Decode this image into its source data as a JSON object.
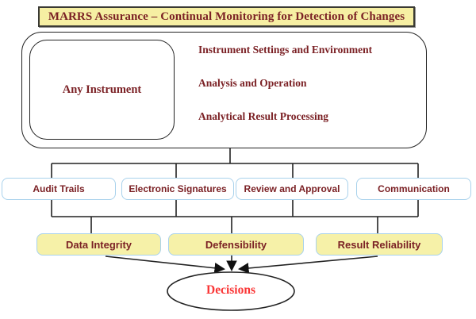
{
  "title": "MARRS Assurance – Continual Monitoring for Detection of Changes",
  "instrument_section": {
    "instrument_label": "Any Instrument",
    "monitored_items": [
      "Instrument Settings and Environment",
      "Analysis and Operation",
      "Analytical Result Processing"
    ]
  },
  "control_boxes": [
    {
      "label": "Audit Trails"
    },
    {
      "label": "Electronic Signatures"
    },
    {
      "label": "Review and Approval"
    },
    {
      "label": "Communication"
    }
  ],
  "outcome_boxes": [
    {
      "label": "Data Integrity"
    },
    {
      "label": "Defensibility"
    },
    {
      "label": "Result Reliability"
    }
  ],
  "decision": {
    "label": "Decisions"
  },
  "colors": {
    "banner_fill": "#F6EFA3",
    "maroon_text": "#7B2125",
    "blue_border": "#A9D2EC",
    "yellow_fill": "#F6F1A8",
    "line_color": "#222222",
    "decision_red": "#FA3535"
  }
}
